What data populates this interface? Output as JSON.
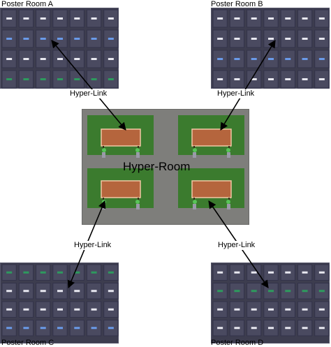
{
  "rooms": {
    "a": {
      "label": "Poster Room A"
    },
    "b": {
      "label": "Poster Room B"
    },
    "c": {
      "label": "Poster Room C"
    },
    "d": {
      "label": "Poster Room D"
    }
  },
  "hyper_room": {
    "label": "Hyper-Room"
  },
  "links": {
    "a": "Hyper-Link",
    "b": "Hyper-Link",
    "c": "Hyper-Link",
    "d": "Hyper-Link"
  },
  "colors": {
    "poster_floor": "#3d3d4f",
    "hyper_floor": "#7e7e7b",
    "carpet": "#3b7b2e",
    "table": "#b5653d",
    "poster_white": "#e8e8f0",
    "poster_blue": "#6a9ae8",
    "poster_green": "#2e9a5e"
  }
}
